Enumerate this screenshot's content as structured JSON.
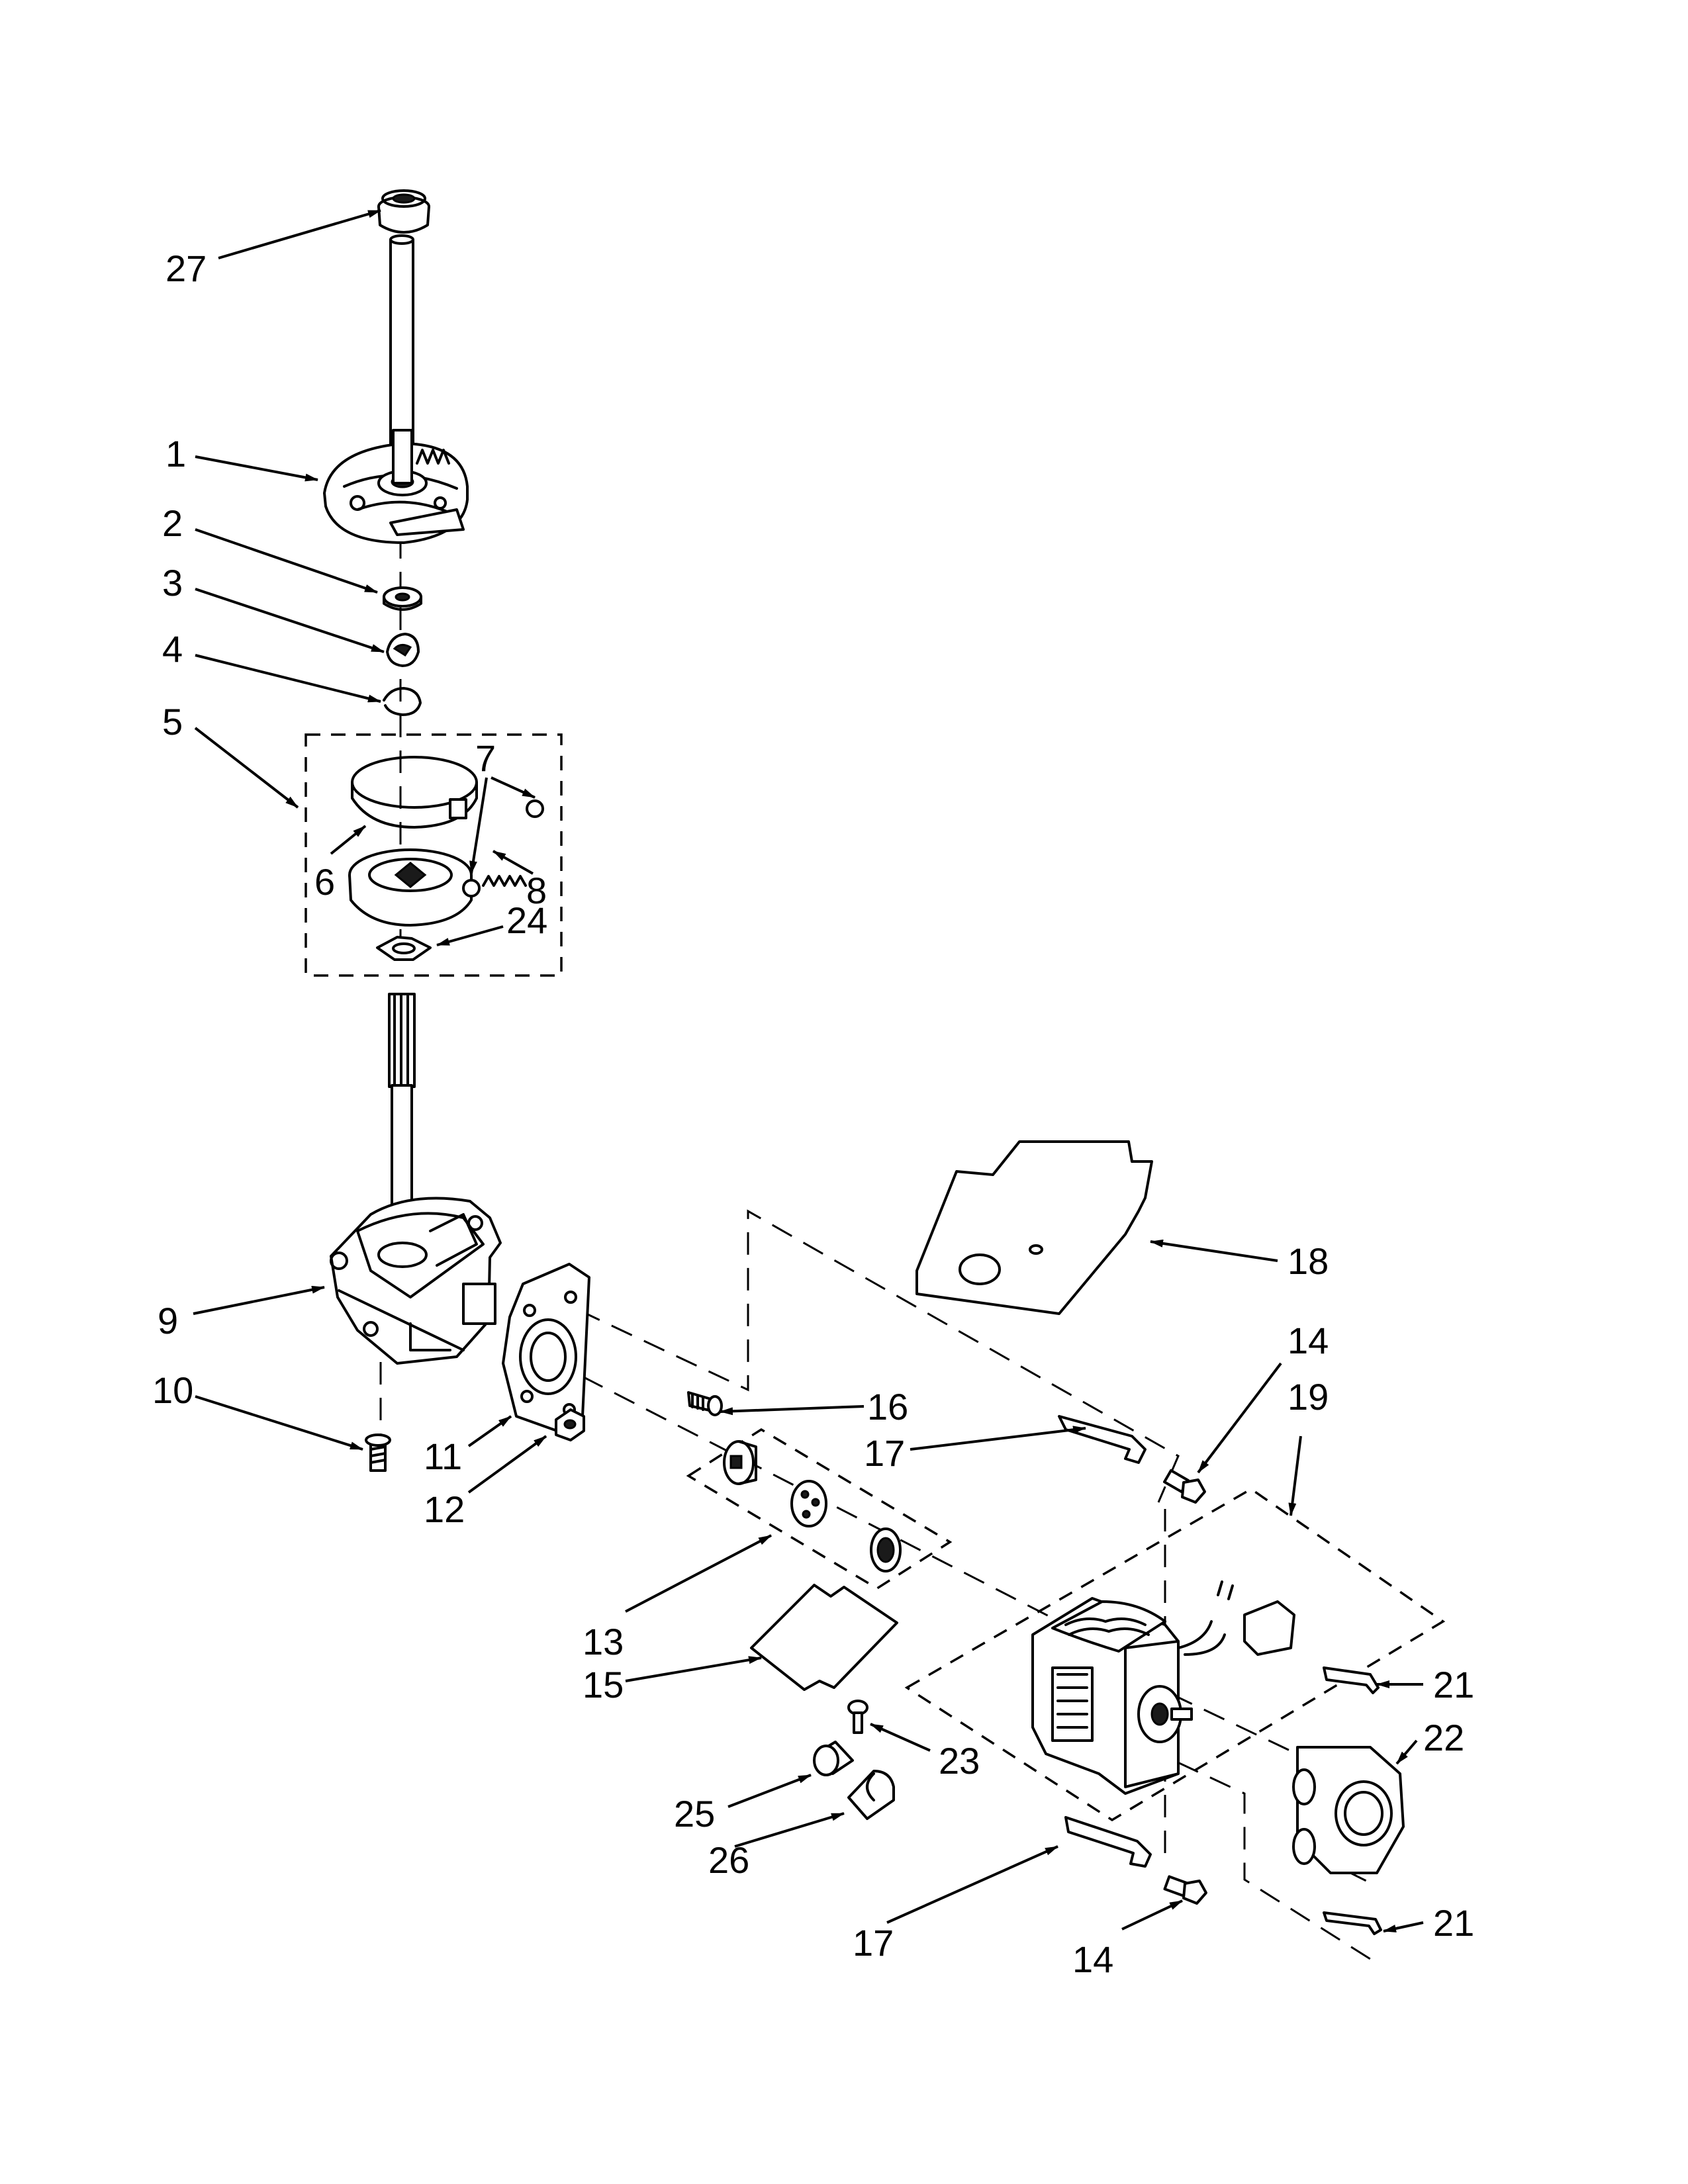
{
  "callouts": [
    {
      "id": "c27a",
      "text": "27"
    },
    {
      "id": "c1",
      "text": "1"
    },
    {
      "id": "c2",
      "text": "2"
    },
    {
      "id": "c3",
      "text": "3"
    },
    {
      "id": "c4",
      "text": "4"
    },
    {
      "id": "c5",
      "text": "5"
    },
    {
      "id": "c7",
      "text": "7"
    },
    {
      "id": "c6",
      "text": "6"
    },
    {
      "id": "c8",
      "text": "8"
    },
    {
      "id": "c24",
      "text": "24"
    },
    {
      "id": "c9",
      "text": "9"
    },
    {
      "id": "c10",
      "text": "10"
    },
    {
      "id": "c11",
      "text": "11"
    },
    {
      "id": "c12",
      "text": "12"
    },
    {
      "id": "c16",
      "text": "16"
    },
    {
      "id": "c17a",
      "text": "17"
    },
    {
      "id": "c18",
      "text": "18"
    },
    {
      "id": "c14a",
      "text": "14"
    },
    {
      "id": "c19",
      "text": "19"
    },
    {
      "id": "c13",
      "text": "13"
    },
    {
      "id": "c15",
      "text": "15"
    },
    {
      "id": "c21a",
      "text": "21"
    },
    {
      "id": "c22",
      "text": "22"
    },
    {
      "id": "c23",
      "text": "23"
    },
    {
      "id": "c25",
      "text": "25"
    },
    {
      "id": "c26",
      "text": "26"
    },
    {
      "id": "c21b",
      "text": "21"
    },
    {
      "id": "c17b",
      "text": "17"
    },
    {
      "id": "c14b",
      "text": "14"
    }
  ]
}
